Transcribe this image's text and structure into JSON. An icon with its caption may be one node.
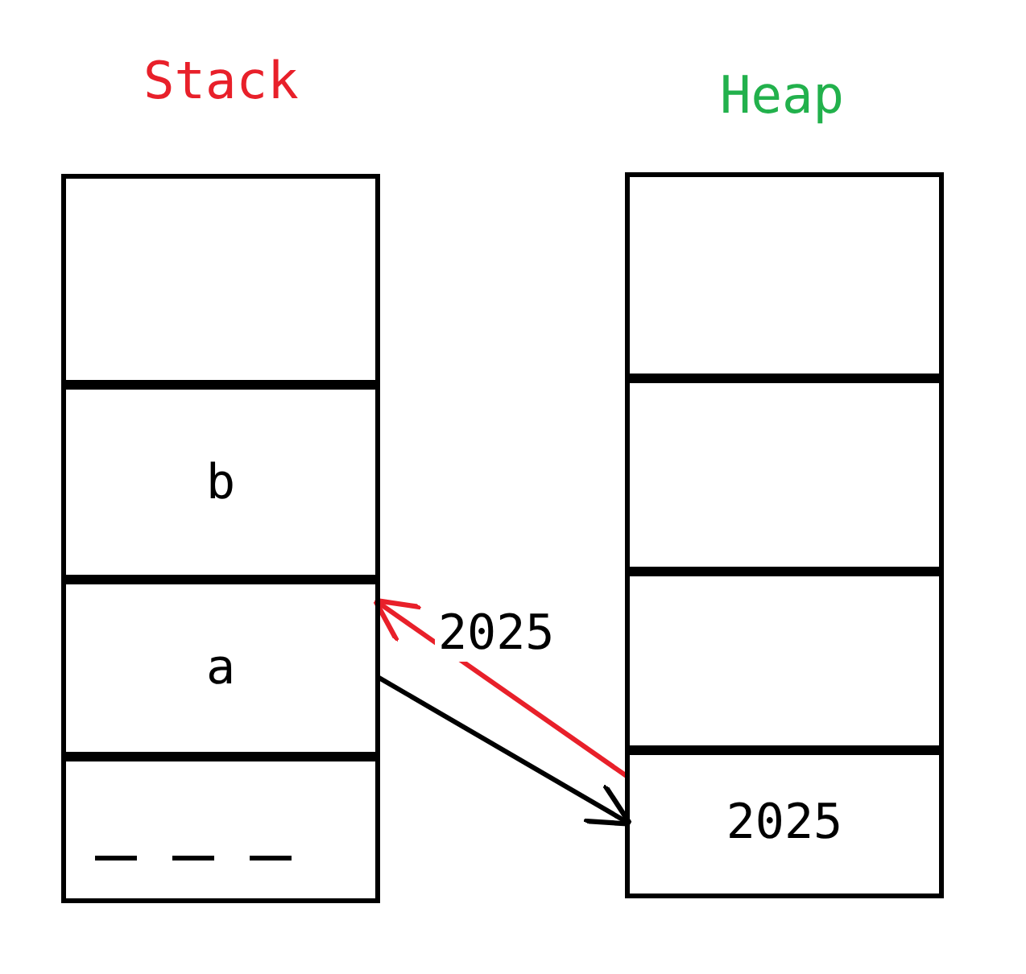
{
  "diagram": {
    "nodes": [
      {
        "text": [
          "Stack"
        ]
      },
      {
        "text": [],
        "shape": "box",
        "in": 0
      },
      {
        "text": [
          "b"
        ],
        "in": 0
      },
      {
        "text": [
          "a"
        ],
        "in": 0
      },
      {
        "text": [],
        "shape": "box",
        "in": 0
      },
      {
        "text": [
          "Heap"
        ]
      },
      {
        "text": [],
        "shape": "box",
        "in": 5
      },
      {
        "text": [],
        "shape": "box",
        "in": 5
      },
      {
        "text": [],
        "shape": "box",
        "in": 5
      },
      {
        "text": [
          "2025"
        ],
        "in": 5
      }
    ],
    "edges": [
      {
        "from": 3,
        "to": 9,
        "arrow": "to"
      },
      {
        "from": 9,
        "to": 3,
        "arrow": "to",
        "label": "2025",
        "color": "#e8202a"
      }
    ]
  }
}
